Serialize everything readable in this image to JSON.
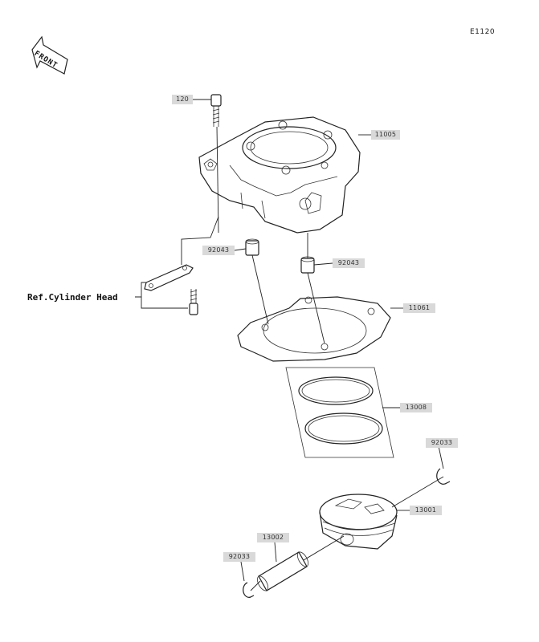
{
  "diagram_code": "E1120",
  "front_label": "FRONT",
  "ref_label": "Ref.Cylinder Head",
  "callouts": {
    "bolt": "120",
    "cylinder": "11005",
    "dowel_left": "92043",
    "dowel_right": "92043",
    "gasket": "11061",
    "ring_set": "13008",
    "circlip_right": "92033",
    "piston": "13001",
    "pin": "13002",
    "circlip_left": "92033"
  },
  "colors": {
    "label_bg": "#d9d9d9",
    "line": "#222222"
  }
}
